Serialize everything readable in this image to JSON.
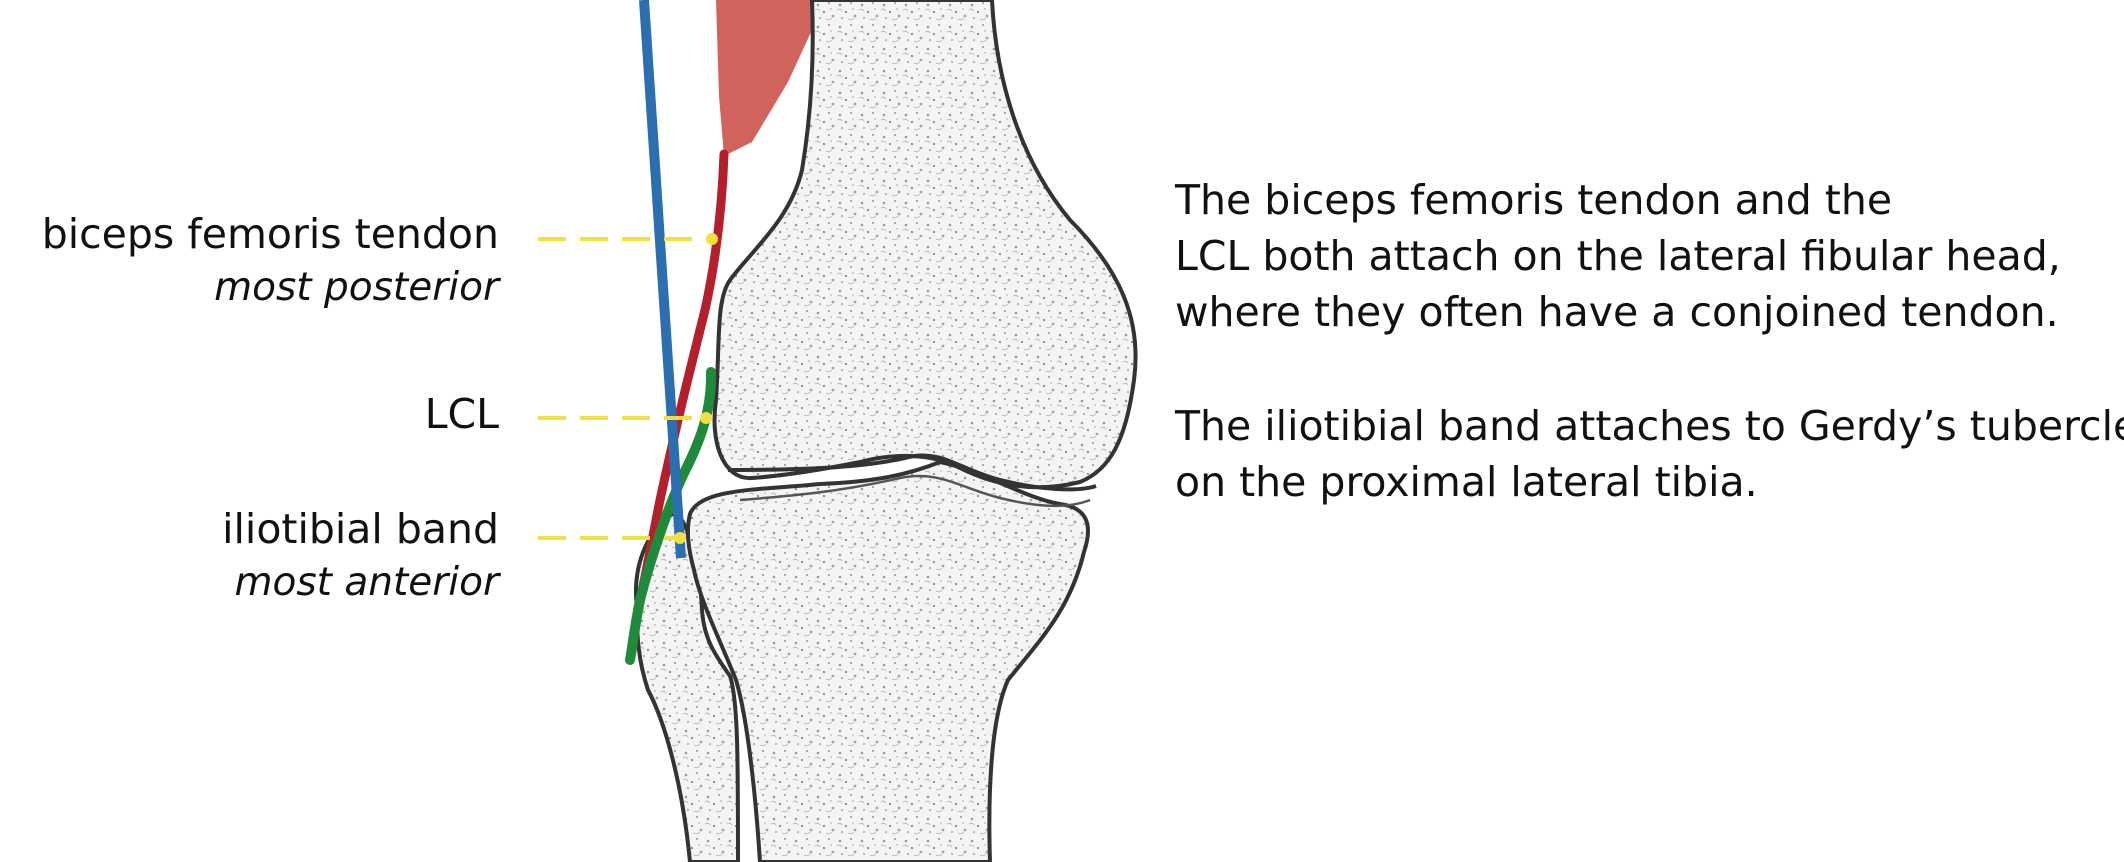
{
  "labels": {
    "biceps": {
      "name": "biceps femoris tendon",
      "note": "most posterior"
    },
    "lcl": {
      "name": "LCL"
    },
    "itb": {
      "name": "iliotibial band",
      "note": "most anterior"
    }
  },
  "description": {
    "paragraph1": [
      "The biceps femoris tendon and the",
      "LCL both attach on the lateral fibular head,",
      "where they often have a conjoined tendon."
    ],
    "paragraph2": [
      "The iliotibial band attaches to Gerdy’s tubercle",
      "on the proximal lateral tibia."
    ]
  },
  "colors": {
    "biceps_tendon": "#b3202c",
    "lcl": "#2c6fb0",
    "iliotibial_band": "#1e8a3a",
    "muscle": "#c9473f",
    "leader_line": "#f0e040",
    "bone_outline": "#333333",
    "bone_fill": "#f4f4f4"
  }
}
